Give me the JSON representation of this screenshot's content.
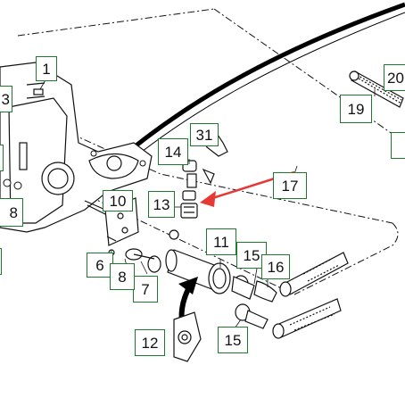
{
  "diagram": {
    "callouts": [
      {
        "id": "c1",
        "label": "1"
      },
      {
        "id": "c3",
        "label": "3"
      },
      {
        "id": "c6",
        "label": "6"
      },
      {
        "id": "c7",
        "label": "7"
      },
      {
        "id": "c8a",
        "label": "8"
      },
      {
        "id": "c8b",
        "label": "8"
      },
      {
        "id": "c10",
        "label": "10"
      },
      {
        "id": "c11",
        "label": "11"
      },
      {
        "id": "c12",
        "label": "12"
      },
      {
        "id": "c13",
        "label": "13"
      },
      {
        "id": "c14",
        "label": "14"
      },
      {
        "id": "c15a",
        "label": "15"
      },
      {
        "id": "c15b",
        "label": "15"
      },
      {
        "id": "c16",
        "label": "16"
      },
      {
        "id": "c17",
        "label": "17"
      },
      {
        "id": "c19",
        "label": "19"
      },
      {
        "id": "c20",
        "label": "20"
      },
      {
        "id": "c31",
        "label": "31"
      }
    ],
    "colors": {
      "callout_border": "#1f7a2e",
      "highlight_arrow": "#e53935",
      "line_art": "#111111"
    }
  }
}
